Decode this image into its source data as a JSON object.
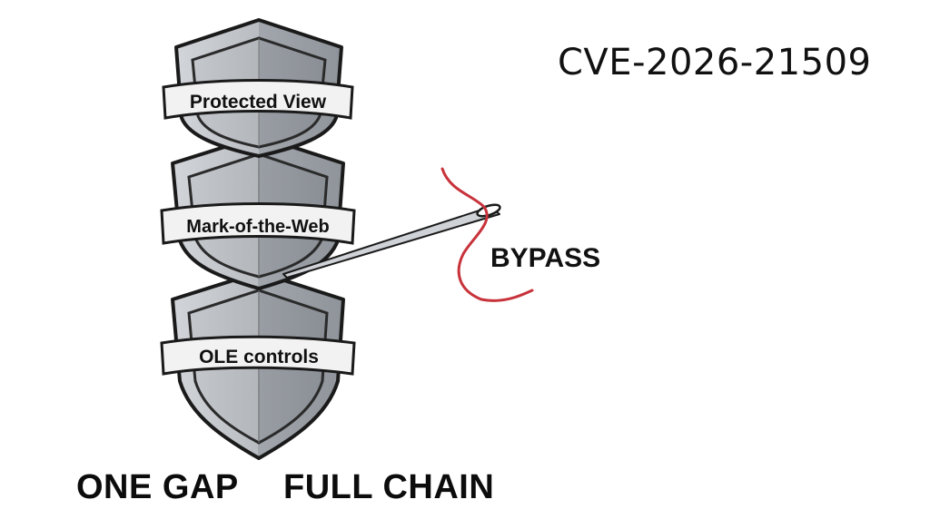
{
  "title": "CVE-2026-21509",
  "shields": [
    {
      "label": "Protected View"
    },
    {
      "label": "Mark-of-the-Web"
    },
    {
      "label": "OLE controls"
    }
  ],
  "needle": {
    "label": "BYPASS",
    "thread_color": "#c8323a"
  },
  "captions": {
    "left": "ONE GAP",
    "right": "FULL CHAIN"
  },
  "colors": {
    "shield_light": "#c9ccd0",
    "shield_dark": "#9ea3a9",
    "outline": "#1a1a1a",
    "banner": "#f2f2f2"
  }
}
